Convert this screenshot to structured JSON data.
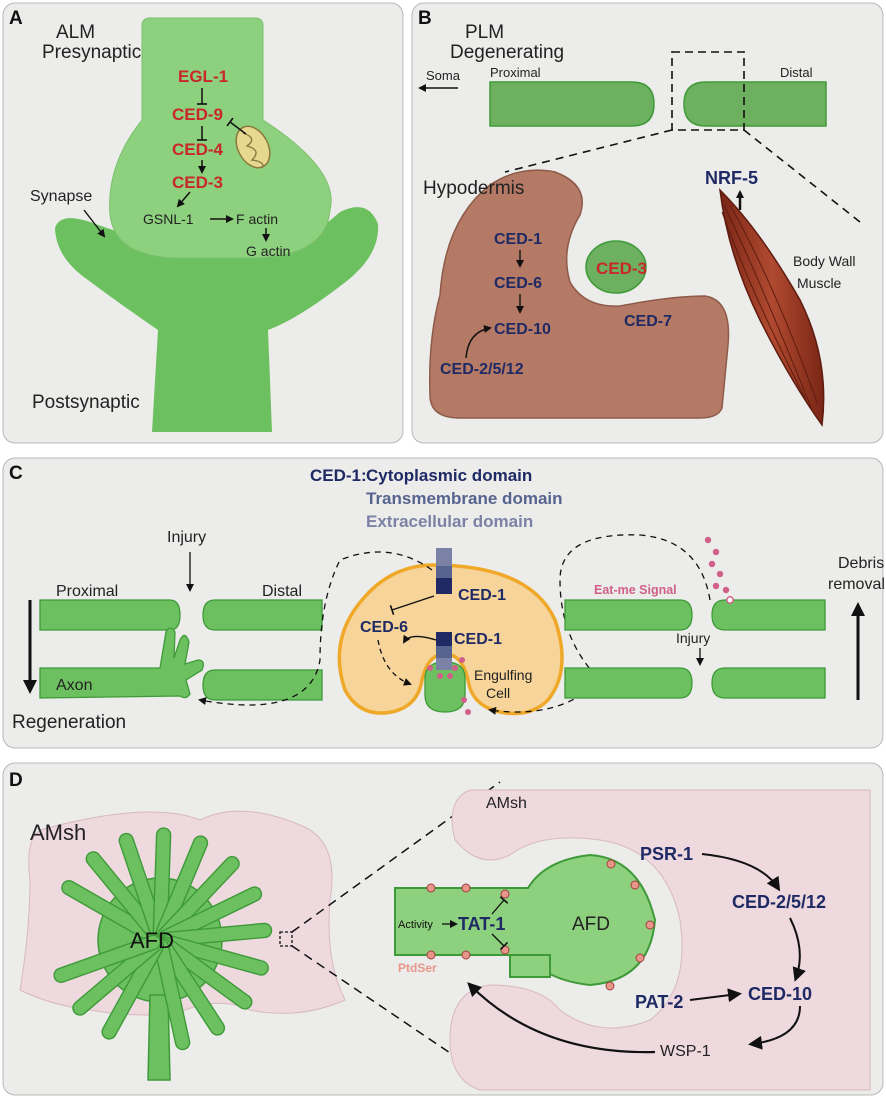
{
  "colors": {
    "panel_bg": "#ececea",
    "panel_border": "#b8b8b8",
    "green_light": "#8dd07d",
    "green": "#6cc05f",
    "green_dark": "#48a040",
    "brown": "#b47a66",
    "muscle": "#a4442e",
    "pink": "#eed9df",
    "orange": "#f7d49a",
    "orange_border": "#f0a828",
    "red_text": "#c8282c",
    "navy_text": "#1f2a64",
    "tm_domain": "#56648f",
    "ec_domain": "#7b82a6",
    "dots": "#d0608a"
  },
  "panelA": {
    "letter": "A",
    "title": "ALM",
    "subtitle": "Presynaptic",
    "egl1": "EGL-1",
    "ced9": "CED-9",
    "ced4": "CED-4",
    "ced3": "CED-3",
    "gsnl1": "GSNL-1",
    "factin": "F actin",
    "gactin": "G actin",
    "synapse": "Synapse",
    "postsynaptic": "Postsynaptic",
    "icons": [
      "mitochondrion-icon"
    ]
  },
  "panelB": {
    "letter": "B",
    "title": "PLM",
    "subtitle": "Degenerating",
    "soma": "Soma",
    "proximal": "Proximal",
    "distal": "Distal",
    "hypodermis": "Hypodermis",
    "nrf5": "NRF-5",
    "ced1": "CED-1",
    "ced6": "CED-6",
    "ced10": "CED-10",
    "ced2512": "CED-2/5/12",
    "ced3": "CED-3",
    "ced7": "CED-7",
    "bodywall1": "Body Wall",
    "bodywall2": "Muscle"
  },
  "panelC": {
    "letter": "C",
    "legend_prefix": "CED-1:",
    "legend_cyto": "Cytoplasmic domain",
    "legend_tm": "Transmembrane domain",
    "legend_ec": "Extracellular domain",
    "injury_left": "Injury",
    "proximal": "Proximal",
    "distal": "Distal",
    "axon": "Axon",
    "regeneration": "Regeneration",
    "ced1_top": "CED-1",
    "ced6": "CED-6",
    "ced1_bottom": "CED-1",
    "engulfing1": "Engulfing",
    "engulfing2": "Cell",
    "eatme": "Eat-me Signal",
    "injury_right": "Injury",
    "debris1": "Debris",
    "debris2": "removal"
  },
  "panelD": {
    "letter": "D",
    "amsh_left": "AMsh",
    "afd_left": "AFD",
    "amsh_right": "AMsh",
    "activity": "Activity",
    "tat1": "TAT-1",
    "afd_right": "AFD",
    "ptdser": "PtdSer",
    "psr1": "PSR-1",
    "ced2512": "CED-2/5/12",
    "ced10": "CED-10",
    "pat2": "PAT-2",
    "wsp1": "WSP-1"
  }
}
